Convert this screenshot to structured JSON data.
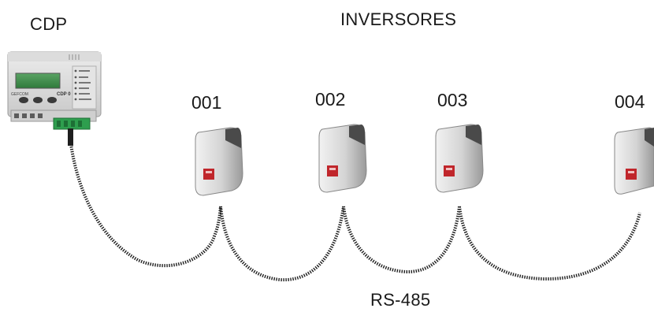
{
  "labels": {
    "controller": "CDP",
    "inverters_title": "INVERSORES",
    "bus": "RS-485"
  },
  "controller_device": {
    "model_text": "CDP 0",
    "brand_text": "GEFCOM"
  },
  "inverters": [
    {
      "id": "001"
    },
    {
      "id": "002"
    },
    {
      "id": "003"
    },
    {
      "id": "004"
    }
  ],
  "colors": {
    "cable": "#1e1e1e",
    "lcd": "#3f8a4a",
    "terminal": "#2e9e4e",
    "inverter_badge": "#c0262b",
    "device_body": "#d9d9d9"
  }
}
